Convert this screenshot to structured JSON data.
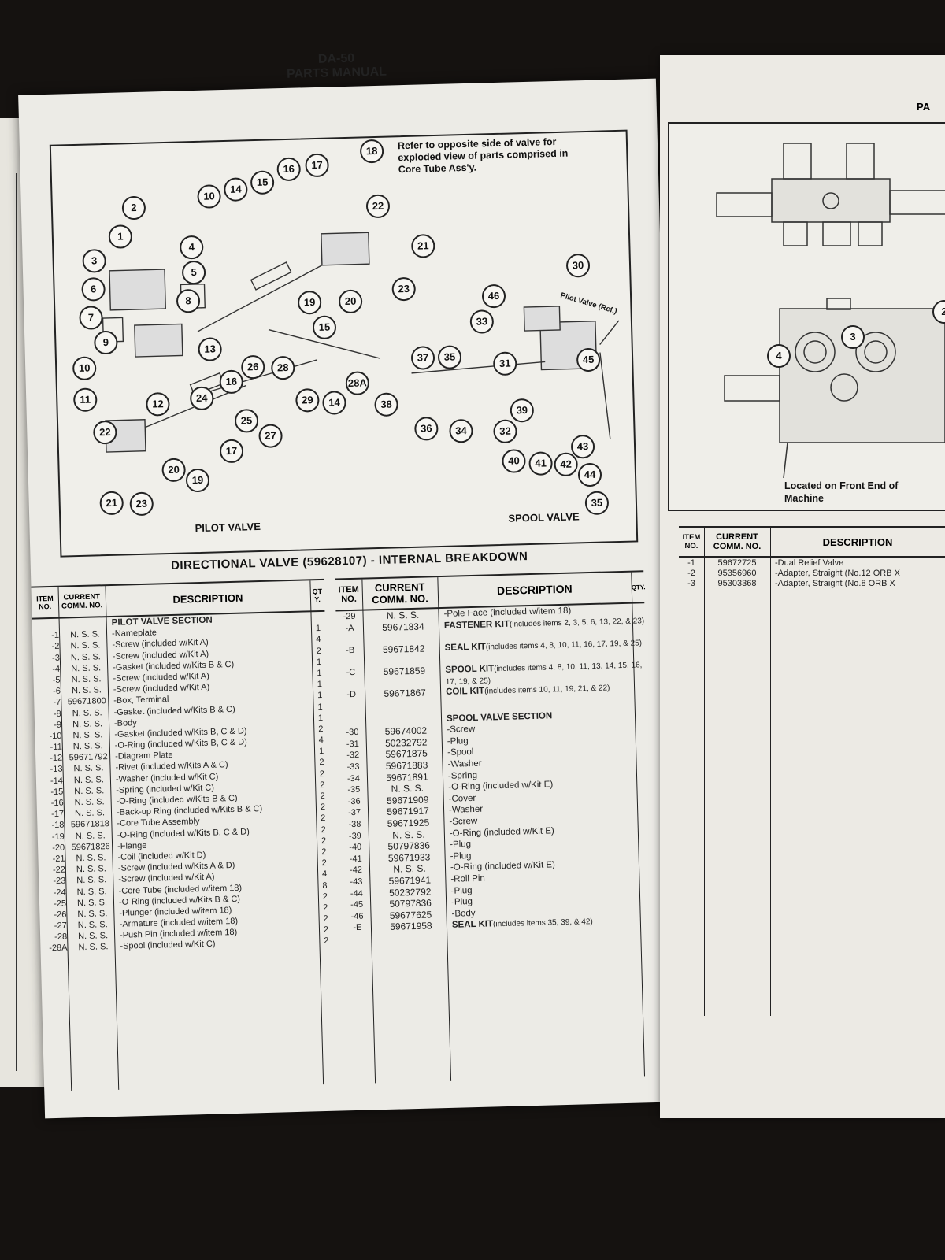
{
  "header": {
    "model": "DA-50",
    "manual": "PARTS MANUAL"
  },
  "figure": {
    "note": "Refer to opposite side of valve for exploded view of parts comprised in Core Tube Ass'y.",
    "label_left": "PILOT VALVE",
    "label_right": "SPOOL VALVE",
    "pilot_ref": "Pilot Valve (Ref.)",
    "callouts": [
      "1",
      "2",
      "3",
      "4",
      "5",
      "6",
      "7",
      "8",
      "9",
      "10",
      "11",
      "12",
      "13",
      "14",
      "15",
      "16",
      "17",
      "18",
      "19",
      "20",
      "21",
      "22",
      "23",
      "24",
      "25",
      "26",
      "27",
      "28",
      "28A",
      "29",
      "30",
      "31",
      "32",
      "33",
      "34",
      "35",
      "36",
      "37",
      "38",
      "39",
      "40",
      "41",
      "42",
      "43",
      "44",
      "45",
      "46"
    ]
  },
  "table_title": "DIRECTIONAL VALVE (59628107) - INTERNAL BREAKDOWN",
  "columns": {
    "item": "ITEM NO.",
    "comm": "CURRENT COMM. NO.",
    "desc": "DESCRIPTION",
    "qty": "QTY."
  },
  "left_table": [
    {
      "item": "",
      "comm": "",
      "desc": "PILOT VALVE SECTION",
      "qty": ""
    },
    {
      "item": "-1",
      "comm": "N. S. S.",
      "desc": "-Nameplate",
      "qty": "1"
    },
    {
      "item": "-2",
      "comm": "N. S. S.",
      "desc": "-Screw (included w/Kit A)",
      "qty": "4"
    },
    {
      "item": "-3",
      "comm": "N. S. S.",
      "desc": "-Screw (included w/Kit A)",
      "qty": "2"
    },
    {
      "item": "-4",
      "comm": "N. S. S.",
      "desc": "-Gasket (included w/Kits B & C)",
      "qty": "1"
    },
    {
      "item": "-5",
      "comm": "N. S. S.",
      "desc": "-Screw (included w/Kit A)",
      "qty": "1"
    },
    {
      "item": "-6",
      "comm": "N. S. S.",
      "desc": "-Screw (included w/Kit A)",
      "qty": "1"
    },
    {
      "item": "-7",
      "comm": "59671800",
      "desc": "-Box, Terminal",
      "qty": "1"
    },
    {
      "item": "-8",
      "comm": "N. S. S.",
      "desc": "-Gasket (included w/Kits B & C)",
      "qty": "1"
    },
    {
      "item": "-9",
      "comm": "N. S. S.",
      "desc": "-Body",
      "qty": "1"
    },
    {
      "item": "-10",
      "comm": "N. S. S.",
      "desc": "-Gasket (included w/Kits B, C & D)",
      "qty": "2"
    },
    {
      "item": "-11",
      "comm": "N. S. S.",
      "desc": "-O-Ring (included w/Kits B, C & D)",
      "qty": "4"
    },
    {
      "item": "-12",
      "comm": "59671792",
      "desc": "-Diagram Plate",
      "qty": "1"
    },
    {
      "item": "-13",
      "comm": "N. S. S.",
      "desc": "-Rivet (included w/Kits A & C)",
      "qty": "2"
    },
    {
      "item": "-14",
      "comm": "N. S. S.",
      "desc": "-Washer (included w/Kit C)",
      "qty": "2"
    },
    {
      "item": "-15",
      "comm": "N. S. S.",
      "desc": "-Spring (included w/Kit C)",
      "qty": "2"
    },
    {
      "item": "-16",
      "comm": "N. S. S.",
      "desc": "-O-Ring (included w/Kits B & C)",
      "qty": "2"
    },
    {
      "item": "-17",
      "comm": "N. S. S.",
      "desc": "-Back-up Ring (included w/Kits B & C)",
      "qty": "2"
    },
    {
      "item": "-18",
      "comm": "59671818",
      "desc": "-Core Tube Assembly",
      "qty": "2"
    },
    {
      "item": "-19",
      "comm": "N. S. S.",
      "desc": "-O-Ring (included w/Kits B, C & D)",
      "qty": "2"
    },
    {
      "item": "-20",
      "comm": "59671826",
      "desc": "-Flange",
      "qty": "2"
    },
    {
      "item": "-21",
      "comm": "N. S. S.",
      "desc": "-Coil (included w/Kit D)",
      "qty": "2"
    },
    {
      "item": "-22",
      "comm": "N. S. S.",
      "desc": "-Screw (included w/Kits A & D)",
      "qty": "2"
    },
    {
      "item": "-23",
      "comm": "N. S. S.",
      "desc": "-Screw (included w/Kit A)",
      "qty": "4"
    },
    {
      "item": "-24",
      "comm": "N. S. S.",
      "desc": "-Core Tube (included w/item 18)",
      "qty": "8"
    },
    {
      "item": "-25",
      "comm": "N. S. S.",
      "desc": "-O-Ring (included w/Kits B & C)",
      "qty": "2"
    },
    {
      "item": "-26",
      "comm": "N. S. S.",
      "desc": "-Plunger (included w/item 18)",
      "qty": "2"
    },
    {
      "item": "-27",
      "comm": "N. S. S.",
      "desc": "-Armature (included w/item 18)",
      "qty": "2"
    },
    {
      "item": "-28",
      "comm": "N. S. S.",
      "desc": "-Push Pin (included w/item 18)",
      "qty": "2"
    },
    {
      "item": "-28A",
      "comm": "N. S. S.",
      "desc": "-Spool (included w/Kit C)",
      "qty": "2"
    }
  ],
  "right_table": [
    {
      "item": "-29",
      "comm": "N. S. S.",
      "desc": "-Pole Face (included w/item 18)",
      "kit": ""
    },
    {
      "item": "-A",
      "comm": "59671834",
      "desc": "(includes items 2, 3, 5, 6, 13, 22, & 23)",
      "kit": "FASTENER KIT"
    },
    {
      "item": "-B",
      "comm": "59671842",
      "desc": "(includes items 4, 8, 10, 11, 16, 17, 19, & 25)",
      "kit": "SEAL KIT"
    },
    {
      "item": "-C",
      "comm": "59671859",
      "desc": "(includes items 4, 8, 10, 11, 13, 14, 15, 16, 17, 19, & 25)",
      "kit": "SPOOL KIT"
    },
    {
      "item": "-D",
      "comm": "59671867",
      "desc": "(includes items 10, 11, 19, 21, & 22)",
      "kit": "COIL KIT"
    },
    {
      "item": "",
      "comm": "",
      "desc": "SPOOL VALVE SECTION",
      "kit": "section"
    },
    {
      "item": "-30",
      "comm": "59674002",
      "desc": "-Screw",
      "kit": ""
    },
    {
      "item": "-31",
      "comm": "50232792",
      "desc": "-Plug",
      "kit": ""
    },
    {
      "item": "-32",
      "comm": "59671875",
      "desc": "-Spool",
      "kit": ""
    },
    {
      "item": "-33",
      "comm": "59671883",
      "desc": "-Washer",
      "kit": ""
    },
    {
      "item": "-34",
      "comm": "59671891",
      "desc": "-Spring",
      "kit": ""
    },
    {
      "item": "-35",
      "comm": "N. S. S.",
      "desc": "-O-Ring (included w/Kit E)",
      "kit": ""
    },
    {
      "item": "-36",
      "comm": "59671909",
      "desc": "-Cover",
      "kit": ""
    },
    {
      "item": "-37",
      "comm": "59671917",
      "desc": "-Washer",
      "kit": ""
    },
    {
      "item": "-38",
      "comm": "59671925",
      "desc": "-Screw",
      "kit": ""
    },
    {
      "item": "-39",
      "comm": "N. S. S.",
      "desc": "-O-Ring (included w/Kit E)",
      "kit": ""
    },
    {
      "item": "-40",
      "comm": "50797836",
      "desc": "-Plug",
      "kit": ""
    },
    {
      "item": "-41",
      "comm": "59671933",
      "desc": "-Plug",
      "kit": ""
    },
    {
      "item": "-42",
      "comm": "N. S. S.",
      "desc": "-O-Ring (included w/Kit E)",
      "kit": ""
    },
    {
      "item": "-43",
      "comm": "59671941",
      "desc": "-Roll Pin",
      "kit": ""
    },
    {
      "item": "-44",
      "comm": "50232792",
      "desc": "-Plug",
      "kit": ""
    },
    {
      "item": "-45",
      "comm": "50797836",
      "desc": "-Plug",
      "kit": ""
    },
    {
      "item": "-46",
      "comm": "59677625",
      "desc": "-Body",
      "kit": ""
    },
    {
      "item": "-E",
      "comm": "59671958",
      "desc": "(includes items 35, 39, & 42)",
      "kit": "SEAL KIT"
    }
  ],
  "right_page": {
    "header": "PA",
    "callouts": [
      "2",
      "3",
      "4"
    ],
    "location_note": "Located on Front End of Machine",
    "columns": {
      "item": "ITEM NO.",
      "comm": "CURRENT COMM. NO.",
      "desc": "DESCRIPTION"
    },
    "rows": [
      {
        "item": "-1",
        "comm": "59672725",
        "desc": "-Dual Relief Valve"
      },
      {
        "item": "-2",
        "comm": "95356960",
        "desc": "-Adapter, Straight (No.12 ORB X"
      },
      {
        "item": "-3",
        "comm": "95303368",
        "desc": "-Adapter, Straight (No.8 ORB X"
      }
    ]
  }
}
